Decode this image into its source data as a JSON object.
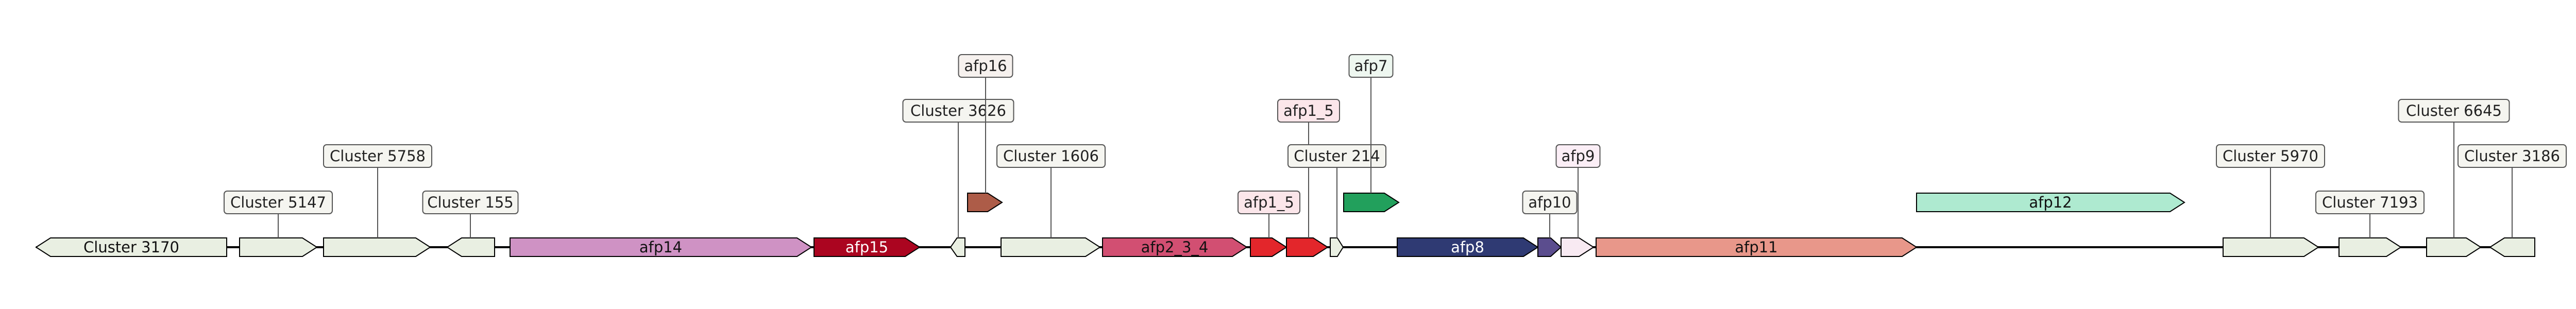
{
  "genes": [
    {
      "label": "Cluster 3170",
      "color": "#e9efe2",
      "text_color": "#111111",
      "strand": "-",
      "label_pos": "inside"
    },
    {
      "label": "Cluster 5147",
      "color": "#e9efe2",
      "text_color": "#111111",
      "strand": "+",
      "label_pos": "callout"
    },
    {
      "label": "Cluster 5758",
      "color": "#e9efe2",
      "text_color": "#111111",
      "strand": "+",
      "label_pos": "callout"
    },
    {
      "label": "Cluster 155",
      "color": "#e9efe2",
      "text_color": "#111111",
      "strand": "-",
      "label_pos": "callout"
    },
    {
      "label": "afp14",
      "color": "#cf92c4",
      "text_color": "#111111",
      "strand": "+",
      "label_pos": "inside"
    },
    {
      "label": "afp15",
      "color": "#ab0520",
      "text_color": "#ffffff",
      "strand": "+",
      "label_pos": "inside"
    },
    {
      "label": "Cluster 3626",
      "color": "#e9efe2",
      "text_color": "#111111",
      "strand": "-",
      "label_pos": "callout"
    },
    {
      "label": "afp16",
      "color": "#ad5c48",
      "text_color": "#111111",
      "strand": "+",
      "label_pos": "callout"
    },
    {
      "label": "Cluster 1606",
      "color": "#e9efe2",
      "text_color": "#111111",
      "strand": "+",
      "label_pos": "callout"
    },
    {
      "label": "afp2_3_4",
      "color": "#d24f72",
      "text_color": "#111111",
      "strand": "+",
      "label_pos": "inside"
    },
    {
      "label": "afp1_5",
      "color": "#e3262b",
      "text_color": "#111111",
      "strand": "+",
      "label_pos": "callout"
    },
    {
      "label": "afp1_5",
      "color": "#e3262b",
      "text_color": "#111111",
      "strand": "+",
      "label_pos": "callout"
    },
    {
      "label": "Cluster 214",
      "color": "#e9efe2",
      "text_color": "#111111",
      "strand": "+",
      "label_pos": "callout"
    },
    {
      "label": "afp7",
      "color": "#22a05c",
      "text_color": "#111111",
      "strand": "+",
      "label_pos": "callout"
    },
    {
      "label": "afp8",
      "color": "#2f3a73",
      "text_color": "#ffffff",
      "strand": "+",
      "label_pos": "inside"
    },
    {
      "label": "afp10",
      "color": "#5b4d8e",
      "text_color": "#111111",
      "strand": "+",
      "label_pos": "callout"
    },
    {
      "label": "afp9",
      "color": "#f8eaf2",
      "text_color": "#111111",
      "strand": "+",
      "label_pos": "callout"
    },
    {
      "label": "afp11",
      "color": "#e8978a",
      "text_color": "#111111",
      "strand": "+",
      "label_pos": "inside"
    },
    {
      "label": "afp12",
      "color": "#aeead0",
      "text_color": "#111111",
      "strand": "+",
      "label_pos": "inside"
    },
    {
      "label": "Cluster 5970",
      "color": "#e9efe2",
      "text_color": "#111111",
      "strand": "+",
      "label_pos": "callout"
    },
    {
      "label": "Cluster 7193",
      "color": "#e9efe2",
      "text_color": "#111111",
      "strand": "+",
      "label_pos": "callout"
    },
    {
      "label": "Cluster 6645",
      "color": "#e9efe2",
      "text_color": "#111111",
      "strand": "+",
      "label_pos": "callout"
    },
    {
      "label": "Cluster 3186",
      "color": "#e9efe2",
      "text_color": "#111111",
      "strand": "-",
      "label_pos": "callout"
    }
  ],
  "colors": {
    "backbone": "#000000",
    "box_border": "#555555",
    "box_fill_default": "#f5f5f0",
    "box_fill_afp1_5": "#fbe6ea",
    "box_fill_afp7": "#eef7f0",
    "box_fill_afp9": "#fbeef6",
    "box_fill_afp16": "#f6f1ee"
  }
}
